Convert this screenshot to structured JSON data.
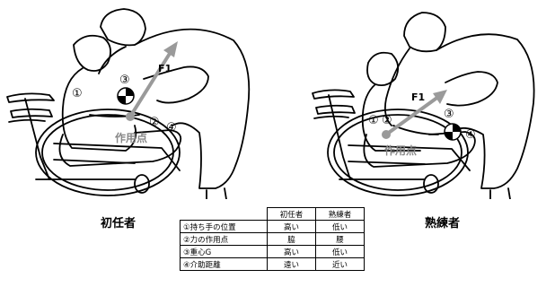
{
  "left": {
    "caption": "初任者",
    "labels": {
      "c1": "①",
      "c2": "②",
      "c3": "③",
      "c4": "④",
      "force": "F1",
      "point": "作用点"
    }
  },
  "right": {
    "caption": "熟練者",
    "labels": {
      "c1": "①",
      "c2": "②",
      "c3": "③",
      "c4": "④",
      "force": "F1",
      "point": "作用点"
    }
  },
  "table": {
    "headers": [
      "初任者",
      "熟練者"
    ],
    "rows": [
      {
        "label": "①持ち手の位置",
        "novice": "高い",
        "expert": "低い"
      },
      {
        "label": "②力の作用点",
        "novice": "脇",
        "expert": "腰"
      },
      {
        "label": "③重心G",
        "novice": "高い",
        "expert": "低い"
      },
      {
        "label": "④介助距離",
        "novice": "遠い",
        "expert": "近い"
      }
    ]
  },
  "colors": {
    "arrow": "#9a9a9a",
    "line": "#000000"
  }
}
